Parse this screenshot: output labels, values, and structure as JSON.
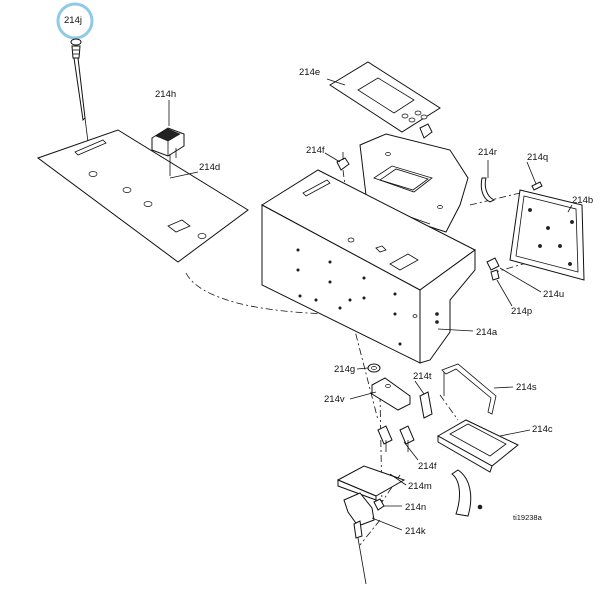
{
  "highlight_color": "#8ecae6",
  "labels": {
    "l214j": "214j",
    "l214h": "214h",
    "l214d": "214d",
    "l214e": "214e",
    "l214f_top": "214f",
    "l214r": "214r",
    "l214q": "214q",
    "l214b": "214b",
    "l214u": "214u",
    "l214p": "214p",
    "l214a": "214a",
    "l214g": "214g",
    "l214t": "214t",
    "l214s": "214s",
    "l214v": "214v",
    "l214c": "214c",
    "l214f_bottom": "214f",
    "l214m": "214m",
    "l214n": "214n",
    "l214k": "214k"
  },
  "reference": "ti19238a"
}
